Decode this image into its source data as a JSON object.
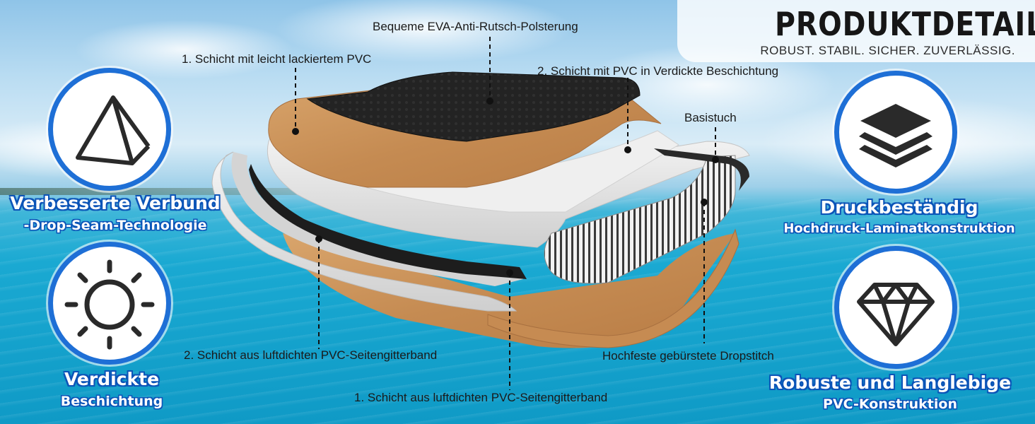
{
  "header": {
    "title": "PRODUKTDETAILS",
    "tagline": "ROBUST. STABIL. SICHER. ZUVERLÄSSIG."
  },
  "features": {
    "left_top": {
      "icon": "pyramid-icon",
      "title": "Verbesserte Verbund",
      "subtitle": "-Drop-Seam-Technologie"
    },
    "left_bottom": {
      "icon": "sun-icon",
      "title": "Verdickte",
      "subtitle": "Beschichtung"
    },
    "right_top": {
      "icon": "layers-icon",
      "title": "Druckbeständig",
      "subtitle": "Hochdruck-Laminatkonstruktion"
    },
    "right_bottom": {
      "icon": "diamond-icon",
      "title": "Robuste und Langlebige",
      "subtitle": "PVC-Konstruktion"
    }
  },
  "callouts": {
    "eva_pad": "Bequeme EVA-Anti-Rutsch-Polsterung",
    "layer1_pvc": "1. Schicht mit leicht lackiertem PVC",
    "layer2_pvc": "2. Schicht mit PVC in Verdickte Beschichtung",
    "base_cloth": "Basistuch",
    "dropstitch": "Hochfeste gebürstete Dropstitch",
    "rail2": "2. Schicht aus luftdichten PVC-Seitengitterband",
    "rail1": "1. Schicht aus luftdichten PVC-Seitengitterband"
  },
  "colors": {
    "accent_blue": "#1e6fd6",
    "wood": "#c98f55",
    "eva_black": "#1f1f1f",
    "pvc_grey": "#e6e6e6"
  }
}
